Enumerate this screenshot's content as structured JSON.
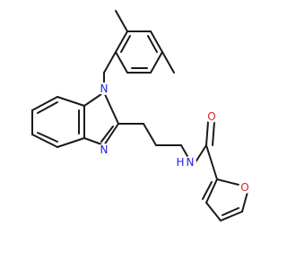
{
  "atoms": {
    "n1": {
      "label": "N",
      "color": "#1f1fe6"
    },
    "n3": {
      "label": "N",
      "color": "#1f1fe6"
    },
    "nh": {
      "label": "N",
      "color": "#1f1fe6"
    },
    "h": {
      "label": "H",
      "color": "#1f1fe6"
    },
    "o_carbonyl": {
      "label": "O",
      "color": "#e61f1f"
    },
    "o_furan": {
      "label": "O",
      "color": "#e61f1f"
    }
  },
  "colors": {
    "bond": "#1a1a1a",
    "background": "#ffffff"
  }
}
